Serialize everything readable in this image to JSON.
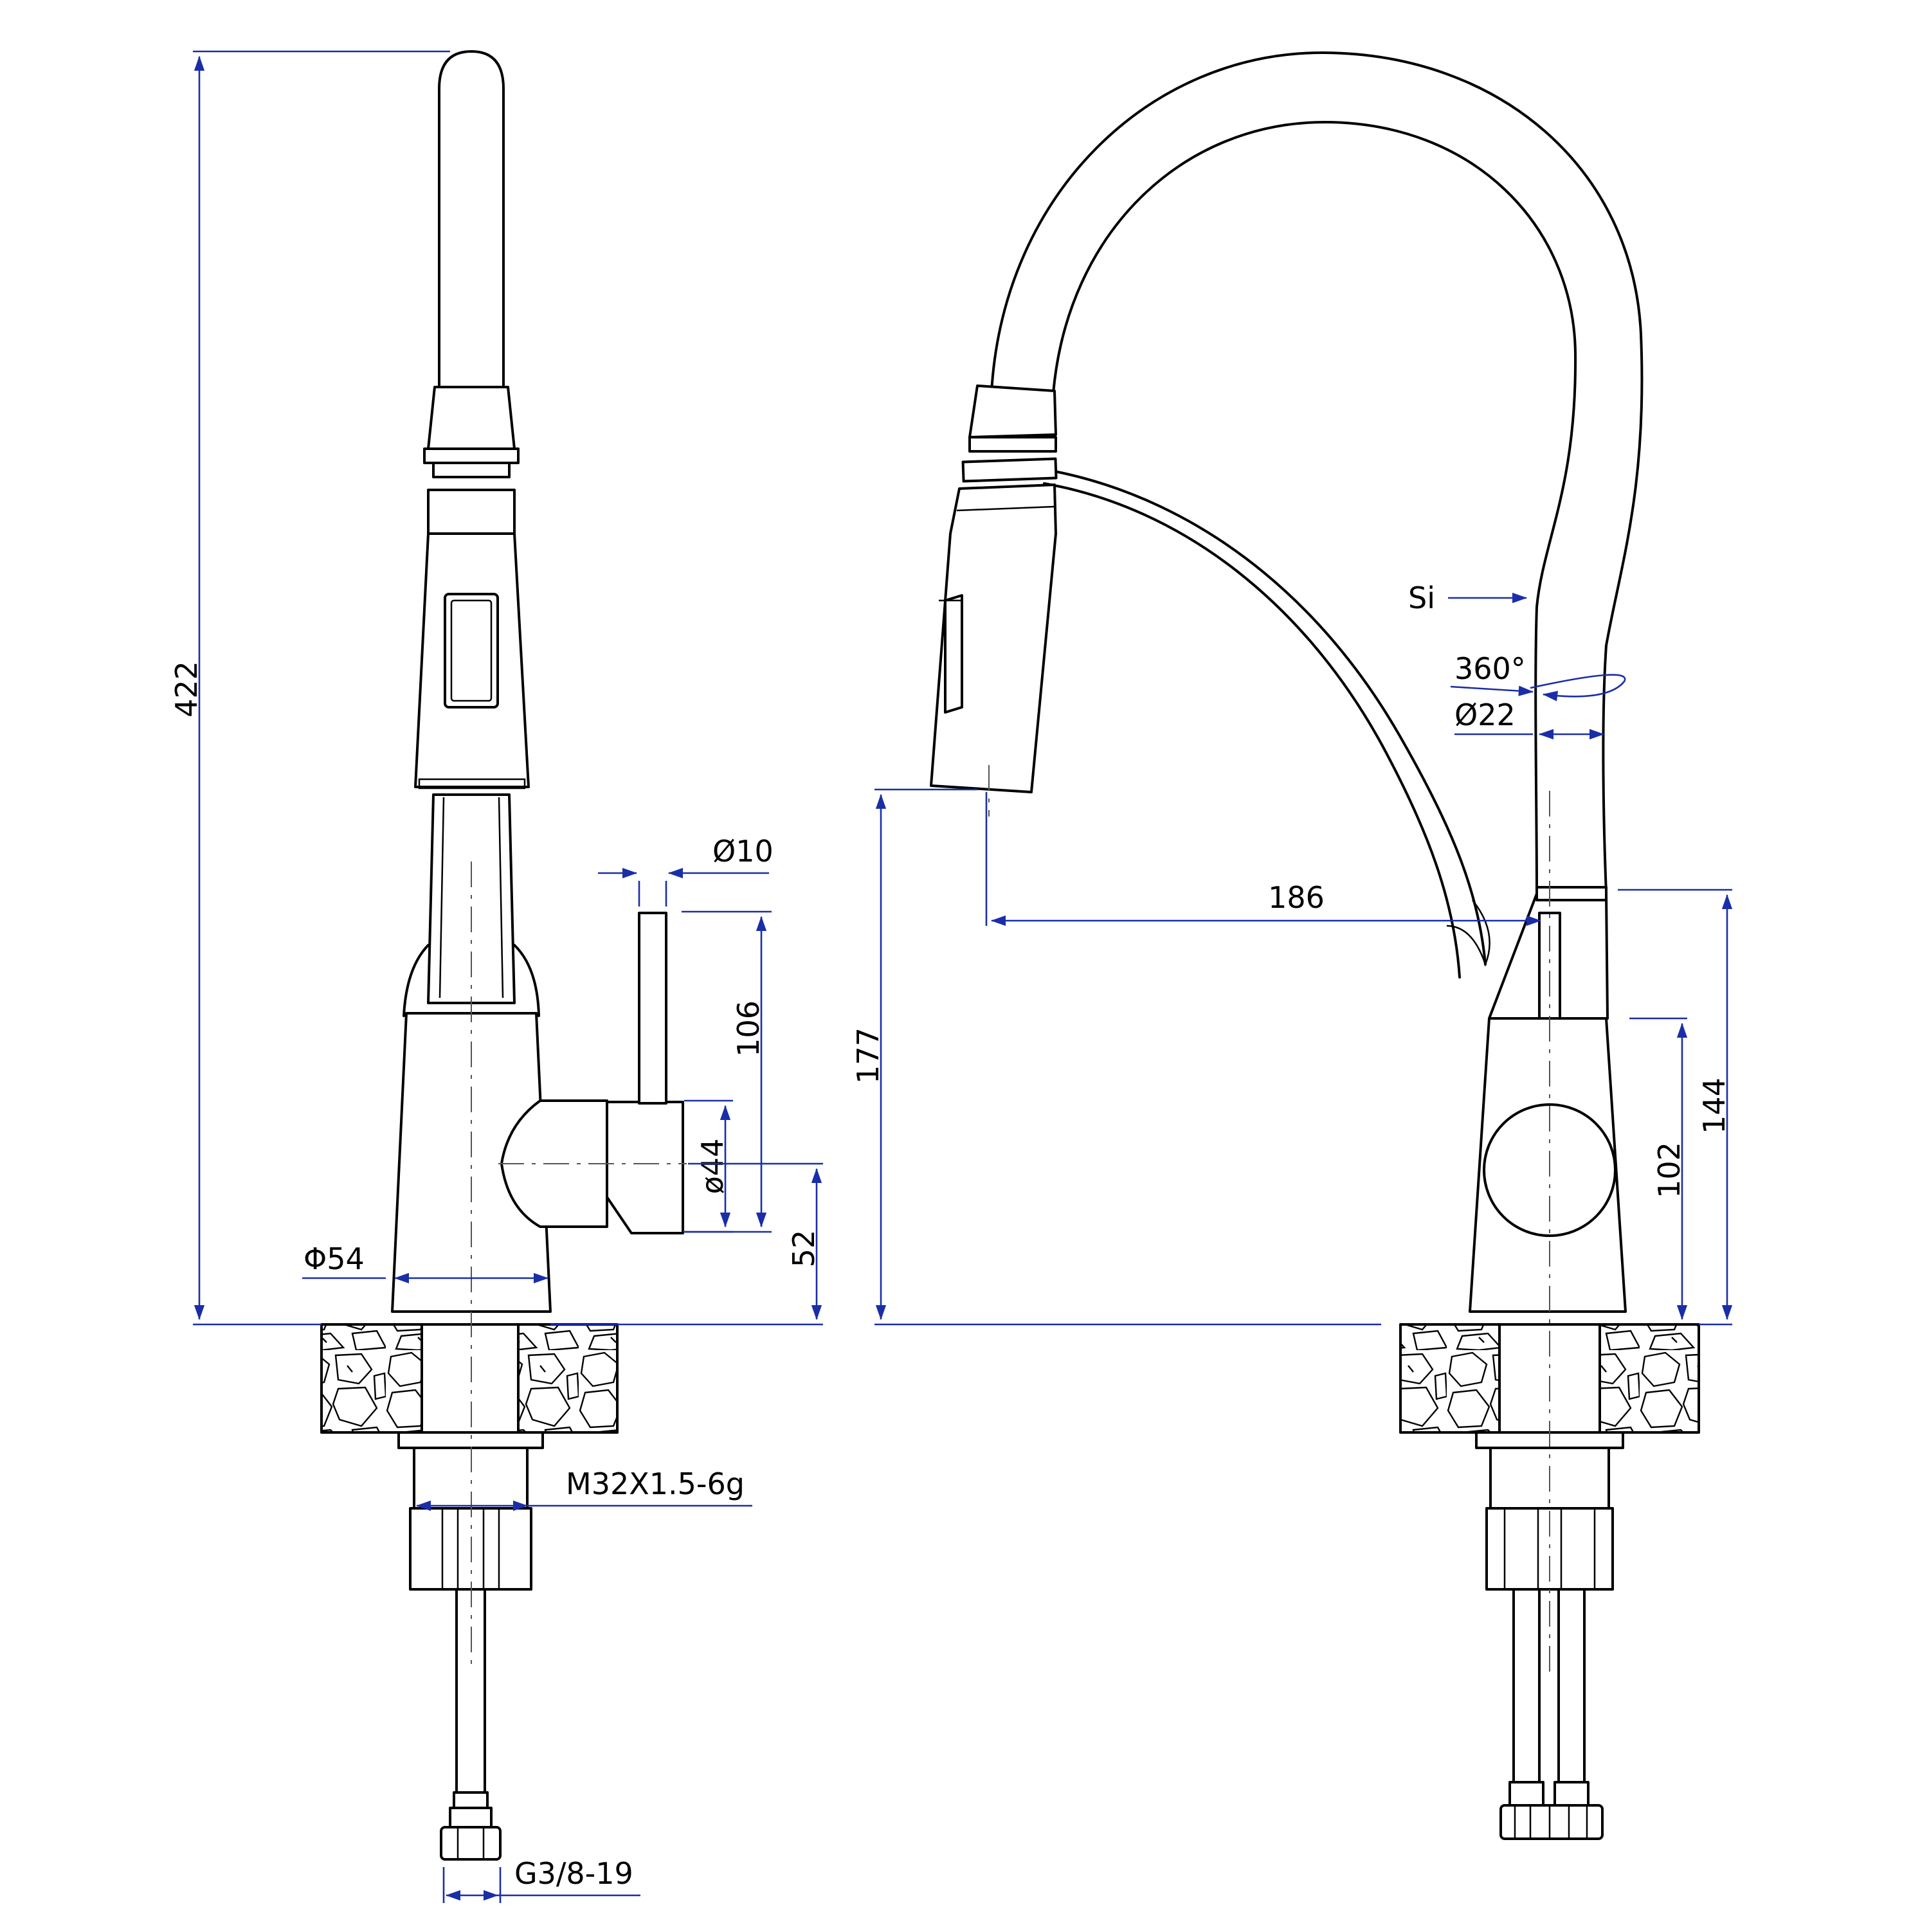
{
  "labels": {
    "height_total": "422",
    "diameter_handle": "Ø10",
    "handle_height": "106",
    "diameter_body": "ø44",
    "lever_axis_height": "52",
    "diameter_base": "Φ54",
    "thread": "M32X1.5-6g",
    "hose_thread": "G3/8-19",
    "material": "Si",
    "rotation": "360°",
    "diameter_spout": "Ø22",
    "reach": "186",
    "spout_outlet_height": "177",
    "spout_joint_height": "144",
    "body_height": "102"
  },
  "colors": {
    "outline": "#000000",
    "dimension": "#1a2ea8",
    "background": "#ffffff"
  }
}
